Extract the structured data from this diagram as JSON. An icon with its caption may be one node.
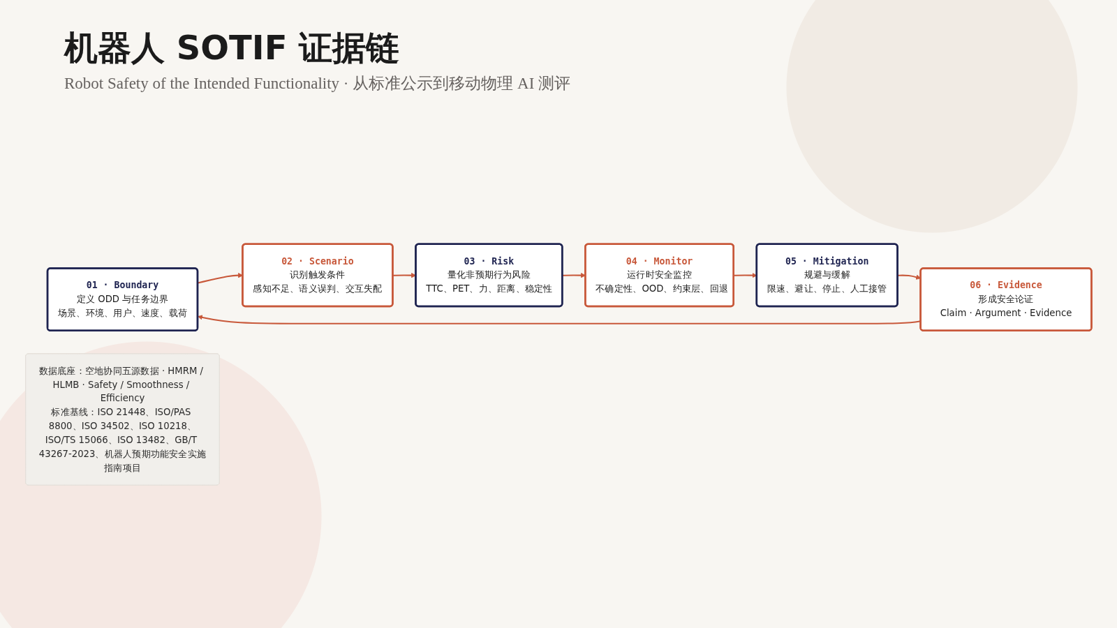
{
  "diagram": {
    "title": "机器人 SOTIF 证据链",
    "nodes": [
      {
        "text": [
          "01 · Boundary",
          "定义 ODD 与任务边界",
          "场景、环境、用户、速度、载荷"
        ]
      },
      {
        "text": [
          "02 · Scenario",
          "识别触发条件",
          "感知不足、语义误判、交互失配"
        ]
      },
      {
        "text": [
          "03 · Risk",
          "量化非预期行为风险",
          "TTC、PET、力、距离、稳定性"
        ]
      },
      {
        "text": [
          "04 · Monitor",
          "运行时安全监控",
          "不确定性、OOD、约束层、回退"
        ]
      },
      {
        "text": [
          "05 · Mitigation",
          "规避与缓解",
          "限速、避让、停止、人工接管"
        ]
      },
      {
        "text": [
          "06 · Evidence",
          "形成安全论证",
          "Claim · Argument · Evidence"
        ]
      },
      {
        "text": [
          "数据底座：空地协同五源数据 · HMRM / HLMB · Safety / Smoothness / Efficiency",
          "标准基线：ISO 21448、ISO/PAS 8800、ISO 34502、ISO 10218、ISO/TS 15066、ISO 13482、GB/T 43267-2023、机器人预期功能安全实施指南项目"
        ]
      }
    ],
    "edges": [
      {
        "from": 0,
        "to": 1,
        "arrow": "to"
      },
      {
        "from": 1,
        "to": 2,
        "arrow": "to"
      },
      {
        "from": 2,
        "to": 3,
        "arrow": "to"
      },
      {
        "from": 3,
        "to": 4,
        "arrow": "to"
      },
      {
        "from": 4,
        "to": 5,
        "arrow": "to"
      },
      {
        "from": 5,
        "to": 0,
        "arrow": "to"
      }
    ],
    "labels": [
      "Robot Safety of the Intended Functionality · 从标准公示到移动物理 AI 测评"
    ]
  }
}
